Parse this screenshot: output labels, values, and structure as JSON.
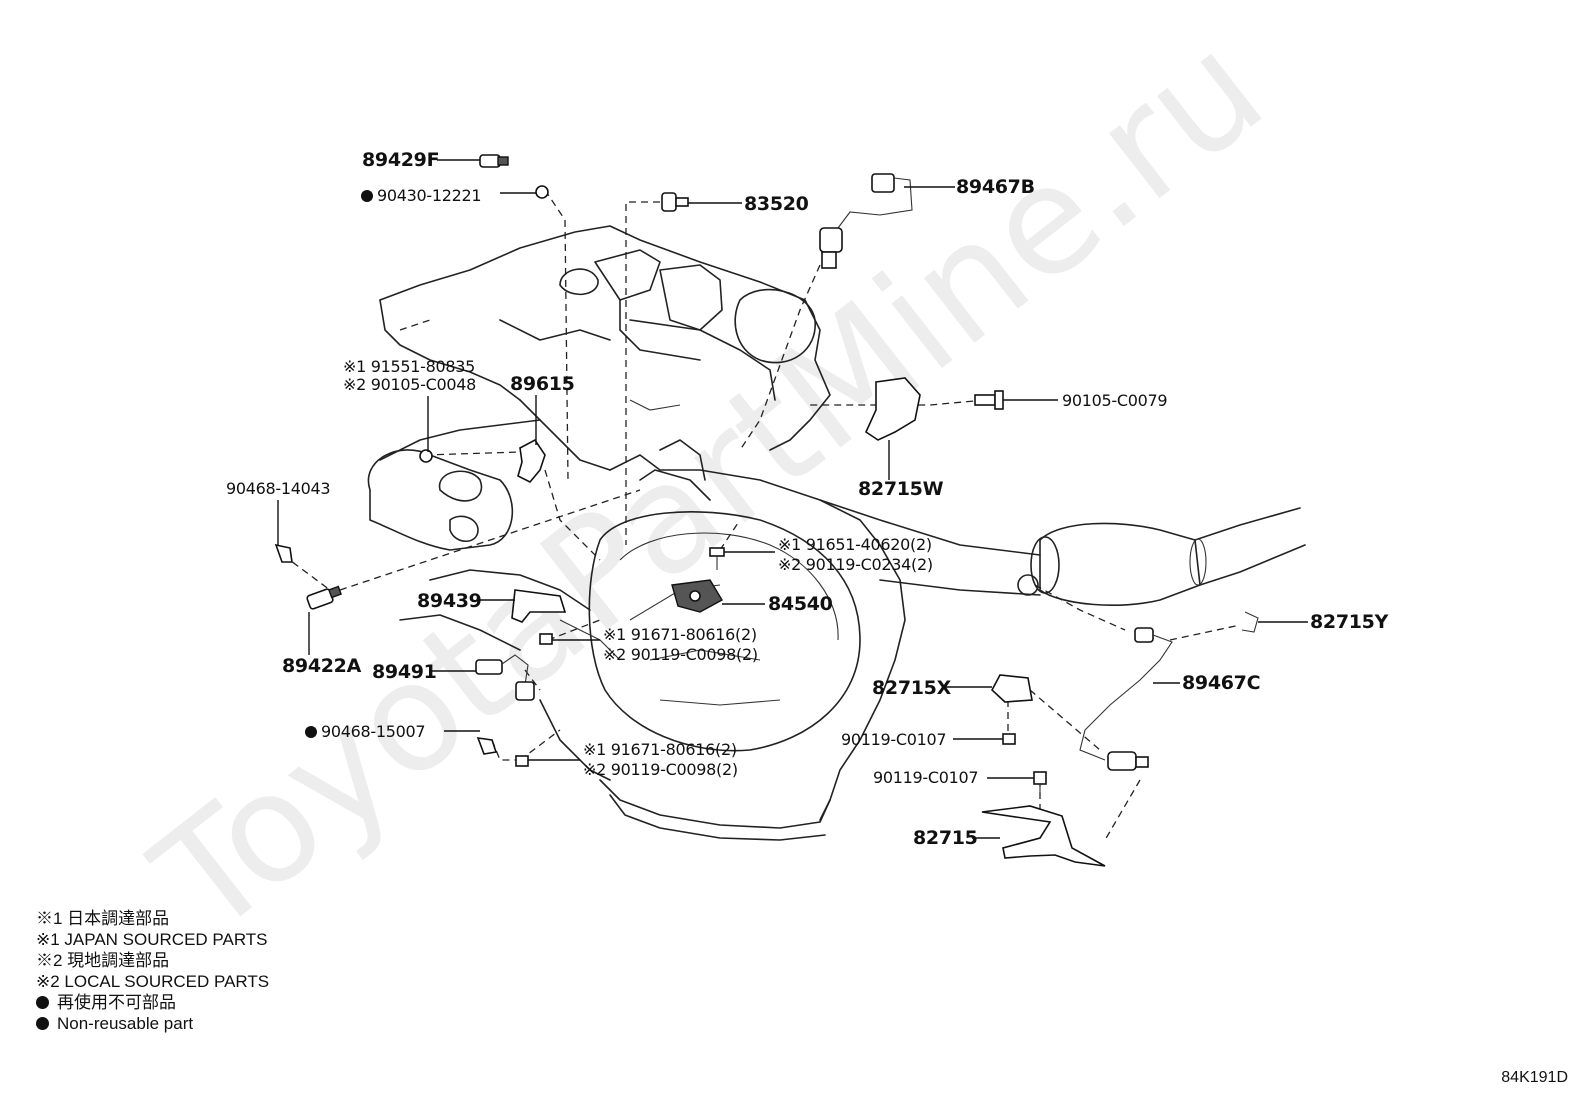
{
  "watermark": "ToyotaPartMine.ru",
  "diagram_code": "84K191D",
  "labels": {
    "p89429F": "89429F",
    "p90430": "90430-12221",
    "p83520": "83520",
    "p89467B": "89467B",
    "p91551": "※1 91551-80835",
    "p90105c48": "※2 90105-C0048",
    "p89615": "89615",
    "p90105c79": "90105-C0079",
    "p82715W": "82715W",
    "p90468_14043": "90468-14043",
    "p91651": "※1 91651-40620(2)",
    "p90119c234": "※2 90119-C0234(2)",
    "p89439": "89439",
    "p84540": "84540",
    "p82715Y": "82715Y",
    "p91671a": "※1 91671-80616(2)",
    "p90119c98a": "※2 90119-C0098(2)",
    "p89422A": "89422A",
    "p89491": "89491",
    "p89467C": "89467C",
    "p82715X": "82715X",
    "p90468_15007": "90468-15007",
    "p90119c107a": "90119-C0107",
    "p91671b": "※1 91671-80616(2)",
    "p90119c98b": "※2 90119-C0098(2)",
    "p90119c107b": "90119-C0107",
    "p82715": "82715"
  },
  "legend": [
    {
      "marker": "",
      "text": "※1 日本調達部品"
    },
    {
      "marker": "",
      "text": "※1 JAPAN SOURCED PARTS"
    },
    {
      "marker": "",
      "text": "※2 現地調達部品"
    },
    {
      "marker": "",
      "text": "※2 LOCAL SOURCED PARTS"
    },
    {
      "marker": "dot",
      "text": "再使用不可部品"
    },
    {
      "marker": "dot",
      "text": "Non-reusable part"
    }
  ]
}
